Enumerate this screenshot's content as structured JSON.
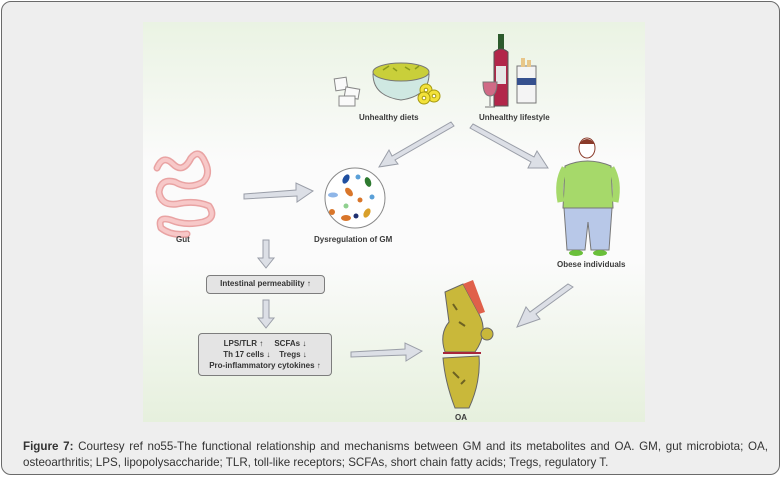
{
  "figure": {
    "nodes": {
      "unhealthy_diets": "Unhealthy diets",
      "unhealthy_lifestyle": "Unhealthy lifestyle",
      "gut": "Gut",
      "dysregulation": "Dysregulation of GM",
      "obese": "Obese individuals",
      "intestinal": "Intestinal permeability ↑",
      "effects": {
        "line1_left": "LPS/TLR ↑",
        "line1_right": "SCFAs ↓",
        "line2_left": "Th 17 cells ↓",
        "line2_right": "Tregs ↓",
        "line3": "Pro-inflammatory cytokines ↑"
      },
      "oa": "OA"
    },
    "icons": [
      "sugar-cubes-icon",
      "chips-bowl-icon",
      "pineapple-rings-icon",
      "wine-bottle-icon",
      "wine-glass-icon",
      "cigarette-pack-icon",
      "intestine-icon",
      "microbiota-circle-icon",
      "obese-person-icon",
      "knee-joint-icon"
    ],
    "colors": {
      "arrow_fill": "#dcdfe6",
      "arrow_stroke": "#9a9ea8",
      "box_fill": "#e4e4e4",
      "gut_pink": "#f2b6b6",
      "shirt_green": "#a6d96a",
      "pants_blue": "#b8c8e8",
      "bone_yellow": "#c9b83a"
    }
  },
  "caption": {
    "label": "Figure 7:",
    "text": " Courtesy ref no55-The functional relationship and mechanisms between GM and its metabolites and OA. GM, gut microbiota; OA, osteoarthritis; LPS, lipopolysaccharide; TLR, toll-like receptors; SCFAs, short chain fatty acids; Tregs, regulatory T."
  }
}
